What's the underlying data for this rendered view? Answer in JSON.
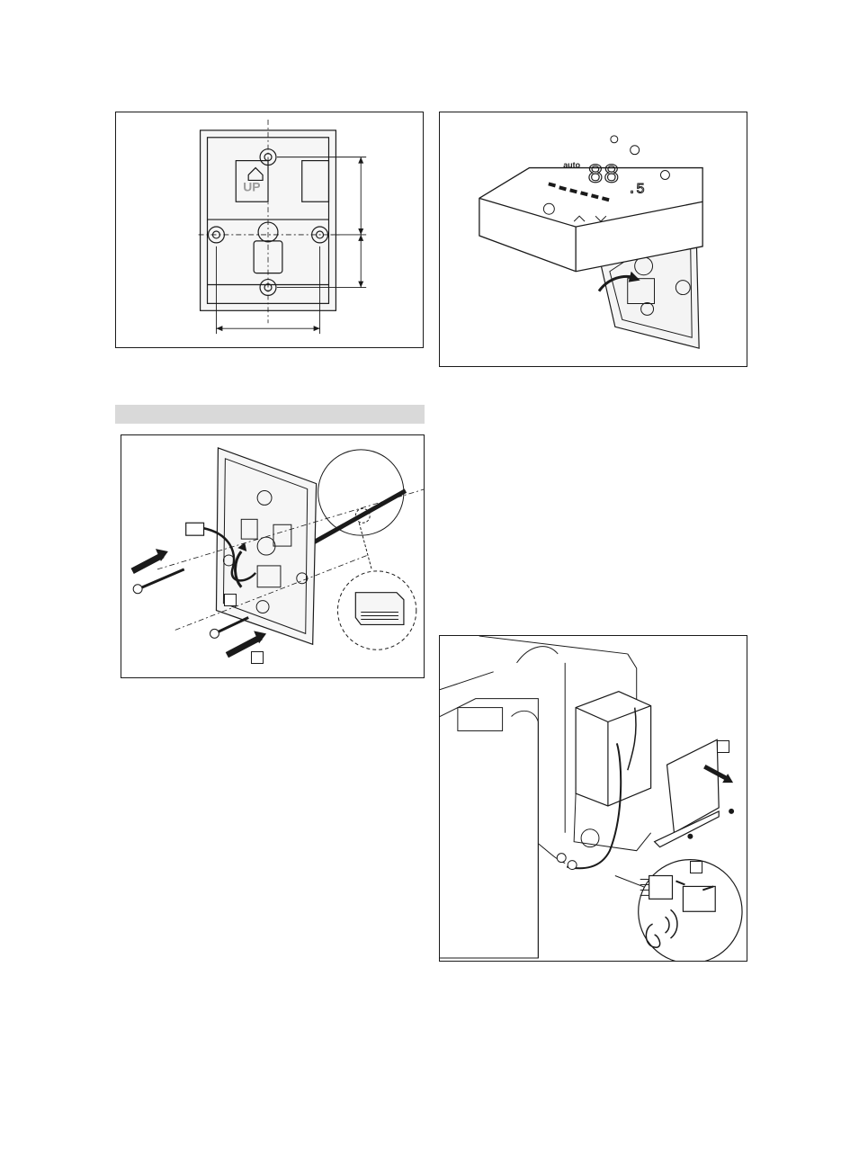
{
  "figures": {
    "mounting_plate_dimensions": {
      "plate_label": "UP"
    },
    "controller_mounting": {
      "display_digits": "88",
      "display_decimal": ".5",
      "mode_label": "auto"
    },
    "wall_installation": {
      "section_heading": ""
    },
    "unit_connection": {}
  },
  "colors": {
    "line": "#1a1a1a",
    "section_bar": "#d9d9d9",
    "plate_fill": "#f4f4f4"
  }
}
